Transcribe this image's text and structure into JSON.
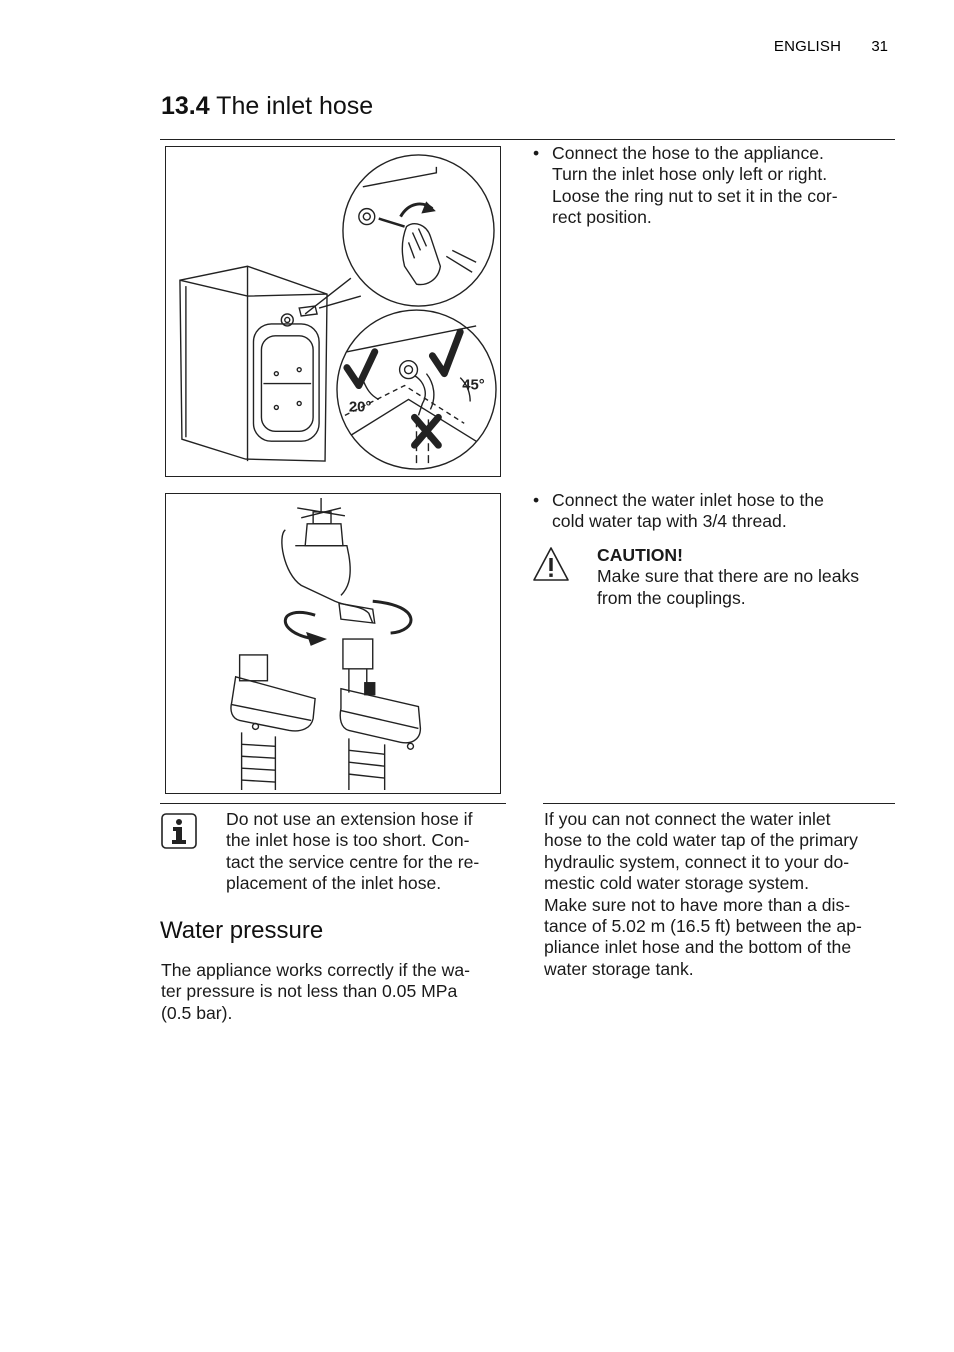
{
  "header": {
    "language": "ENGLISH",
    "page_number": "31"
  },
  "section": {
    "number": "13.4",
    "title": "The inlet hose"
  },
  "figure1": {
    "angle_left": "20°",
    "angle_right": "45°"
  },
  "step1": {
    "bullet": "•",
    "lines": [
      "Connect the hose to the appliance.",
      "Turn the inlet hose only left or right.",
      "Loose the ring nut to set it in the cor-",
      "rect position."
    ]
  },
  "step2": {
    "bullet": "•",
    "lines": [
      "Connect the water inlet hose to the",
      "cold water tap with 3/4 thread."
    ]
  },
  "caution": {
    "icon": "warning-triangle-icon",
    "title": "CAUTION!",
    "lines": [
      "Make sure that there are no leaks",
      "from the couplings."
    ]
  },
  "info_note": {
    "icon": "info-icon",
    "lines": [
      "Do not use an extension hose if",
      "the inlet hose is too short. Con-",
      "tact the service centre for the re-",
      "placement of the inlet hose."
    ]
  },
  "water_pressure": {
    "heading": "Water pressure",
    "lines": [
      "The appliance works correctly if the wa-",
      "ter pressure is not less than 0.05 MPa",
      "(0.5 bar)."
    ]
  },
  "right_note": {
    "lines": [
      "If you can not connect the water inlet",
      "hose to the cold water tap of the primary",
      "hydraulic system, connect it to your do-",
      "mestic cold water storage system.",
      "Make sure not to have more than a dis-",
      "tance of 5.02 m (16.5 ft) between the ap-",
      "pliance inlet hose and the bottom of the",
      "water storage tank."
    ]
  }
}
